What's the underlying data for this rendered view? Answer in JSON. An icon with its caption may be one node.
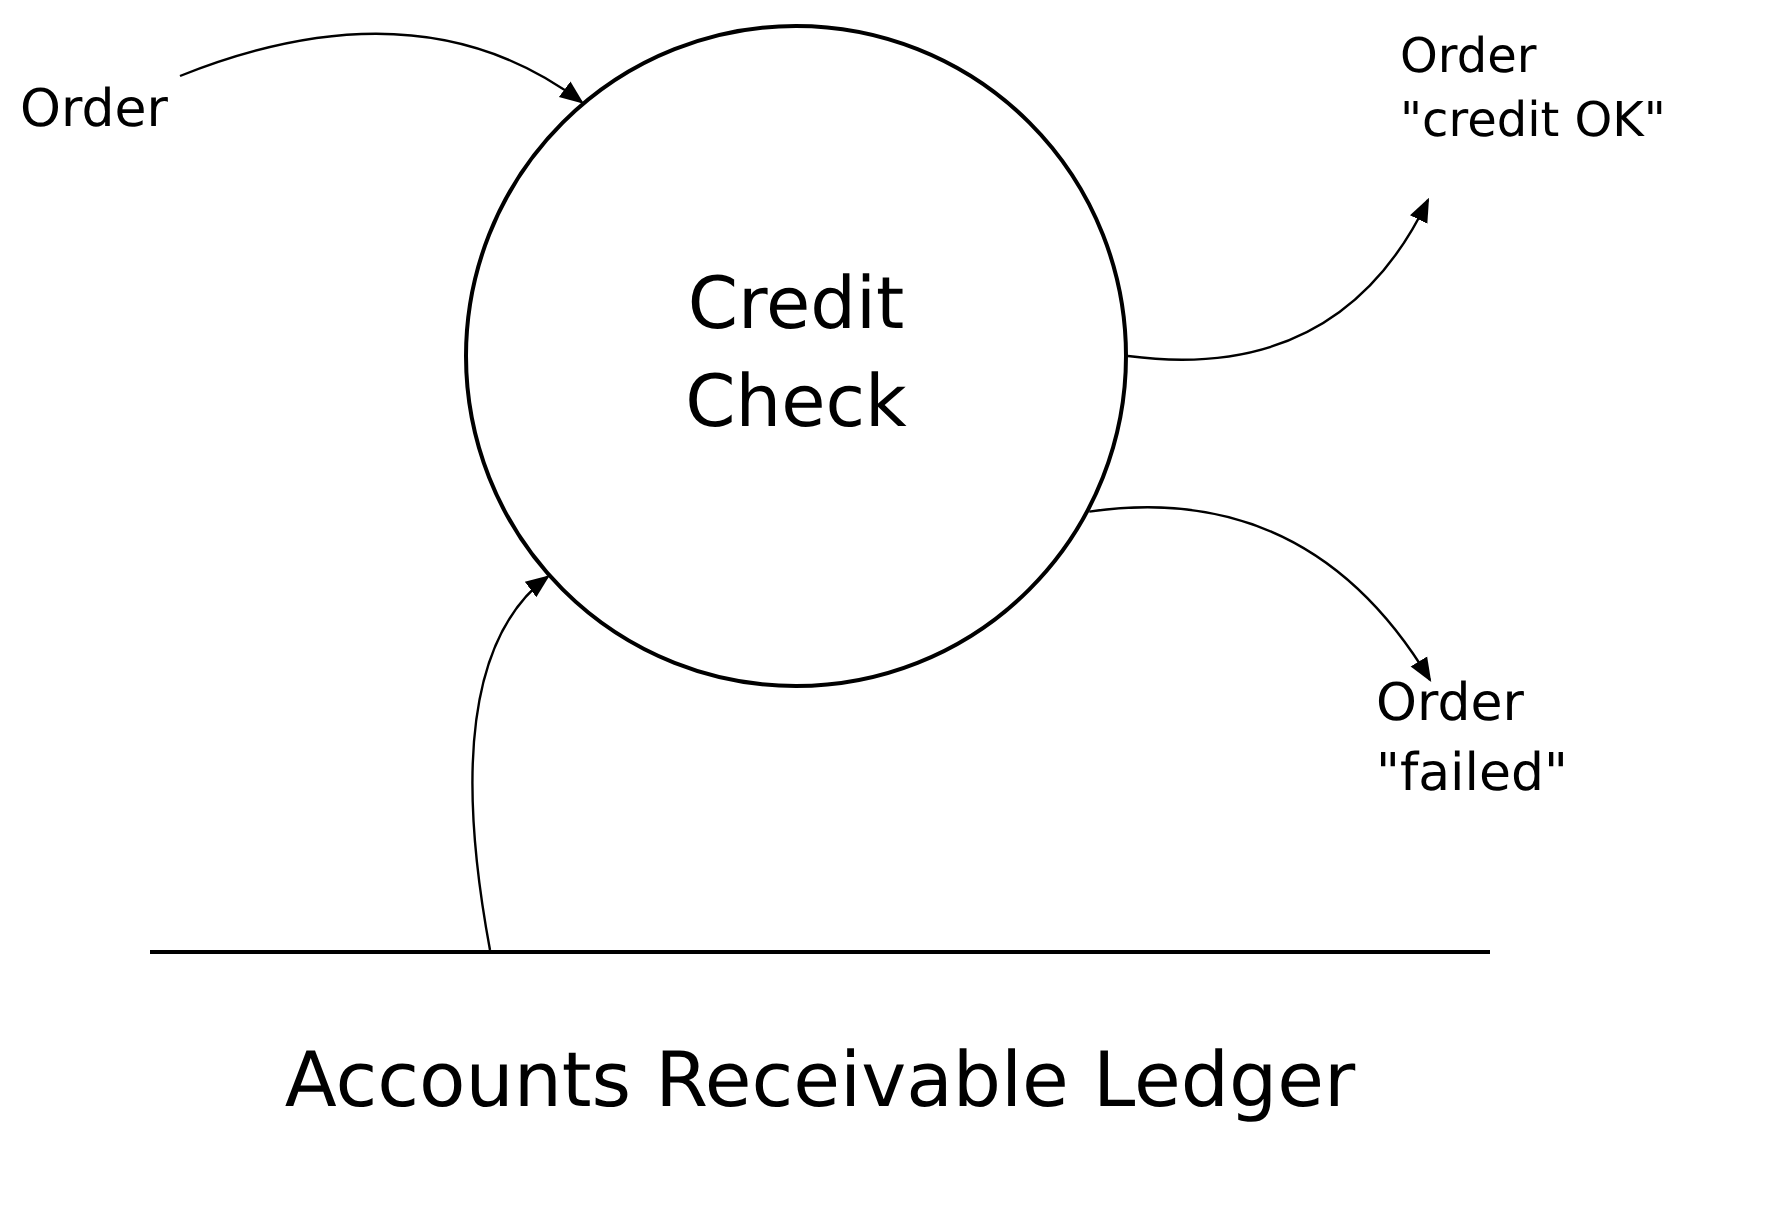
{
  "diagram": {
    "nodes": [
      {
        "text": [
          "Order"
        ]
      },
      {
        "text": [
          "Credit Check"
        ]
      },
      {
        "text": [
          "Order",
          "\"credit OK\""
        ]
      },
      {
        "text": [
          "Order",
          "\"failed\""
        ]
      },
      {
        "text": [
          "Accounts Receivable Ledger"
        ]
      }
    ],
    "edges": [
      {
        "from": 0,
        "to": 1,
        "arrow": "to"
      },
      {
        "from": 1,
        "to": 2,
        "arrow": "to"
      },
      {
        "from": 1,
        "to": 3,
        "arrow": "to"
      },
      {
        "from": 4,
        "to": 1,
        "arrow": "to"
      }
    ]
  }
}
